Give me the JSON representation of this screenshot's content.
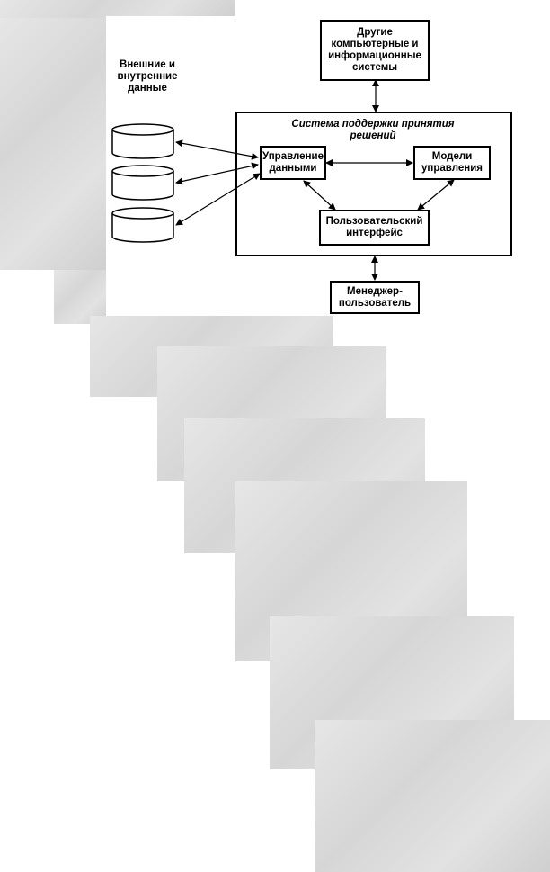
{
  "diagram": {
    "external_data_label": "Внешние и\nвнутренние\nданные",
    "other_systems_label": "Другие\nкомпьютерные и\nинформационные\nсистемы",
    "dss_title": "Система поддержки принятия\nрешений",
    "data_management_label": "Управление\nданными",
    "models_label": "Модели\nуправления",
    "user_interface_label": "Пользовательский\nинтерфейс",
    "manager_label": "Менеджер-\nпользователь"
  },
  "colors": {
    "line": "#000000",
    "background_steps": "#dcdcdc"
  }
}
